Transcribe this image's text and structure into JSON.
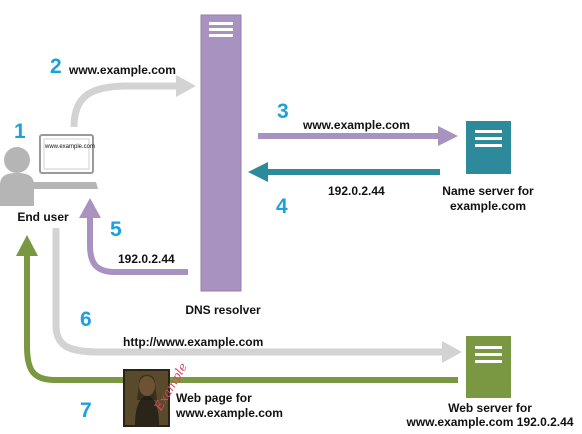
{
  "steps": {
    "s1": "1",
    "s2": "2",
    "s3": "3",
    "s4": "4",
    "s5": "5",
    "s6": "6",
    "s7": "7"
  },
  "labels": {
    "query_resolver": "www.example.com",
    "query_nameserver": "www.example.com",
    "answer_nameserver": "192.0.2.44",
    "answer_user": "192.0.2.44",
    "http_request": "http://www.example.com",
    "laptop_screen": "www.example.com"
  },
  "nodes": {
    "end_user": "End user",
    "dns_resolver": "DNS resolver",
    "name_server_line1": "Name server for",
    "name_server_line2": "example.com",
    "web_server_line1": "Web server for",
    "web_server_line2": "www.example.com 192.0.2.44",
    "web_page_line1": "Web page for",
    "web_page_line2": "www.example.com"
  },
  "colors": {
    "step_number": "#1ca1dc",
    "resolver": "#a892bf",
    "name_server": "#2d8a9b",
    "web_server": "#7a9841",
    "request_arrow": "#d3d3d3",
    "user_icon": "#b5b5b5"
  }
}
